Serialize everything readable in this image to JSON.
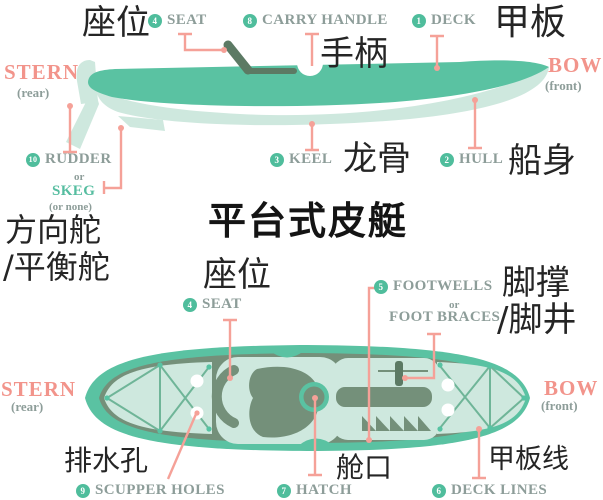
{
  "title": "平台式皮艇",
  "colors": {
    "kayak_teal": "#5ac2a2",
    "hull_mint": "#cee8de",
    "deck_sage": "#74907a",
    "seat_dark": "#5c7a64",
    "leader_pink": "#f5a198",
    "label_gray": "#8d9d99",
    "label_pink": "#f2948b",
    "badge_teal": "#4fbd9c"
  },
  "side": {
    "seat_zh": "座位",
    "seat_num": "4",
    "seat_en": "SEAT",
    "carry_num": "8",
    "carry_en": "CARRY HANDLE",
    "carry_zh": "手柄",
    "deck_num": "1",
    "deck_en": "DECK",
    "deck_zh": "甲板",
    "stern_en": "STERN",
    "stern_sub": "(rear)",
    "bow_en": "BOW",
    "bow_sub": "(front)",
    "rudder_num": "10",
    "rudder_en": "RUDDER",
    "rudder_or": "or",
    "skeg_en": "SKEG",
    "skeg_sub": "(or none)",
    "rudder_zh": "方向舵",
    "rudder_zh2": "/平衡舵",
    "keel_num": "3",
    "keel_en": "KEEL",
    "keel_zh": "龙骨",
    "hull_num": "2",
    "hull_en": "HULL",
    "hull_zh": "船身"
  },
  "top": {
    "seat_zh": "座位",
    "seat_num": "4",
    "seat_en": "SEAT",
    "footwells_num": "5",
    "footwells_en": "FOOTWELLS",
    "footwells_or": "or",
    "footbraces_en": "FOOT BRACES",
    "footwells_zh": "脚撑",
    "footwells_zh2": "/脚井",
    "stern_en": "STERN",
    "stern_sub": "(rear)",
    "bow_en": "BOW",
    "bow_sub": "(front)",
    "scupper_zh": "排水孔",
    "scupper_num": "9",
    "scupper_en": "SCUPPER HOLES",
    "hatch_num": "7",
    "hatch_en": "HATCH",
    "hatch_zh": "舱口",
    "decklines_num": "6",
    "decklines_en": "DECK LINES",
    "decklines_zh": "甲板线"
  }
}
